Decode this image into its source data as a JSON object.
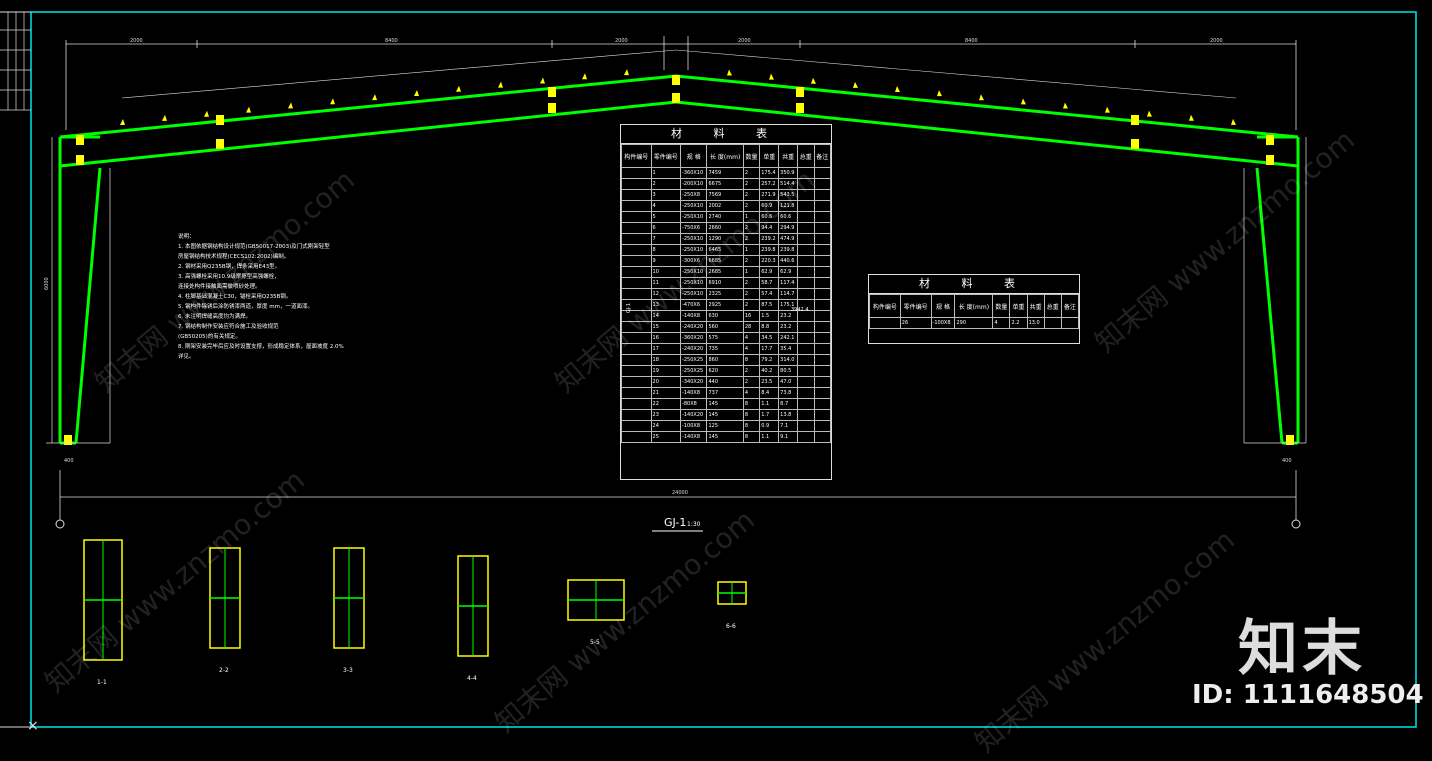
{
  "drawing": {
    "title": "GJ-1",
    "scale": "1:30",
    "total_span": "24000",
    "frame_color": "#00ff00",
    "border_color": "#00e5e5",
    "accent_color": "#ffff00"
  },
  "notes": {
    "header": "说明：",
    "items": [
      "1. 本图依据钢结构设计规范(GB50017-2003)及门式刚架轻型",
      "   房屋钢结构技术规程(CECS102:2002)编制。",
      "2. 钢材采用Q235B钢，焊条采用E43型。",
      "3. 高强螺栓采用10.9级摩擦型高强螺栓，",
      "   连接处构件接触面需做喷砂处理。",
      "4. 柱脚基础混凝土C30，锚栓采用Q235B钢。",
      "5. 钢构件除锈后涂防锈漆两道，厚度 mm，一道面漆。",
      "6. 未注明焊缝高度均为满焊。",
      "7. 钢结构制作安装应符合施工及验收规范",
      "   (GB50205)的有关规定。",
      "8. 刚架安装完毕后应及时设置支撑，形成稳定体系，屋面坡度 2.0%",
      "   详见。"
    ]
  },
  "material_table_main": {
    "title": "材 料 表",
    "headers": [
      "构件编号",
      "零件编号",
      "规 格",
      "长 度(mm)",
      "数量",
      "单重",
      "共重",
      "总重",
      "备注"
    ],
    "rows": [
      [
        "1",
        "-360X10",
        "7459",
        "2",
        "175.4",
        "350.9"
      ],
      [
        "2",
        "-200X10",
        "6675",
        "2",
        "257.2",
        "514.4"
      ],
      [
        "3",
        "-250X8",
        "7569",
        "2",
        "271.9",
        "543.5"
      ],
      [
        "4",
        "-250X10",
        "2002",
        "2",
        "60.9",
        "121.8"
      ],
      [
        "5",
        "-250X10",
        "2740",
        "1",
        "60.6",
        "60.6"
      ],
      [
        "6",
        "-750X6",
        "2660",
        "2",
        "94.4",
        "294.9"
      ],
      [
        "7",
        "-250X10",
        "1290",
        "2",
        "239.2",
        "474.9"
      ],
      [
        "8",
        "-250X10",
        "6465",
        "1",
        "239.8",
        "239.8"
      ],
      [
        "9",
        "-300X6",
        "6685",
        "2",
        "220.3",
        "440.6"
      ],
      [
        "10",
        "-250X10",
        "2685",
        "1",
        "62.9",
        "62.9"
      ],
      [
        "11",
        "-250X10",
        "6910",
        "2",
        "58.7",
        "117.4"
      ],
      [
        "12",
        "-250X10",
        "2325",
        "2",
        "57.4",
        "114.7"
      ],
      [
        "13",
        "-470X6",
        "2925",
        "2",
        "87.5",
        "175.1"
      ],
      [
        "14",
        "-140X8",
        "630",
        "16",
        "1.5",
        "23.2"
      ],
      [
        "15",
        "-240X20",
        "560",
        "28",
        "8.8",
        "23.2"
      ],
      [
        "16",
        "-360X20",
        "575",
        "4",
        "34.5",
        "242.1"
      ],
      [
        "17",
        "-240X20",
        "735",
        "4",
        "17.7",
        "35.4"
      ],
      [
        "18",
        "-250X25",
        "860",
        "8",
        "79.2",
        "314.0"
      ],
      [
        "19",
        "-250X25",
        "620",
        "2",
        "40.2",
        "80.5"
      ],
      [
        "20",
        "-340X20",
        "440",
        "2",
        "23.5",
        "47.0"
      ],
      [
        "21",
        "-140X8",
        "737",
        "4",
        "8.4",
        "73.8"
      ],
      [
        "22",
        "-80X8",
        "145",
        "8",
        "1.1",
        "8.7"
      ],
      [
        "23",
        "-140X20",
        "145",
        "8",
        "1.7",
        "13.8"
      ],
      [
        "24",
        "-100X8",
        "125",
        "8",
        "0.9",
        "7.1"
      ],
      [
        "25",
        "-140X8",
        "145",
        "8",
        "1.1",
        "9.1"
      ]
    ],
    "member": "GJ-1",
    "total": "3942.4"
  },
  "material_table_small": {
    "title": "材 料 表",
    "headers": [
      "构件编号",
      "零件编号",
      "规 格",
      "长 度(mm)",
      "数量",
      "单重",
      "共重",
      "总重",
      "备注"
    ],
    "row": [
      "26",
      "-100X8",
      "290",
      "4",
      "2.2",
      "13.0"
    ]
  },
  "dims": {
    "top": [
      "2000",
      "8400",
      "2000",
      "2000",
      "8400",
      "2000"
    ],
    "left_height": "6000",
    "base": "400"
  },
  "sections": [
    {
      "label": "1-1"
    },
    {
      "label": "2-2"
    },
    {
      "label": "3-3"
    },
    {
      "label": "4-4"
    },
    {
      "label": "5-5"
    },
    {
      "label": "6-6"
    }
  ],
  "brand": {
    "name": "知末",
    "id_text": "ID: 1111648504",
    "watermark": "知末网 www.znzmo.com"
  }
}
